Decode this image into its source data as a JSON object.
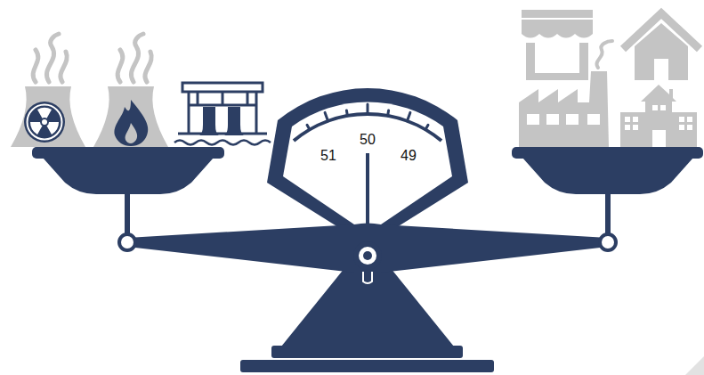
{
  "diagram": {
    "labels": [
      "51",
      "50",
      "49"
    ]
  }
}
